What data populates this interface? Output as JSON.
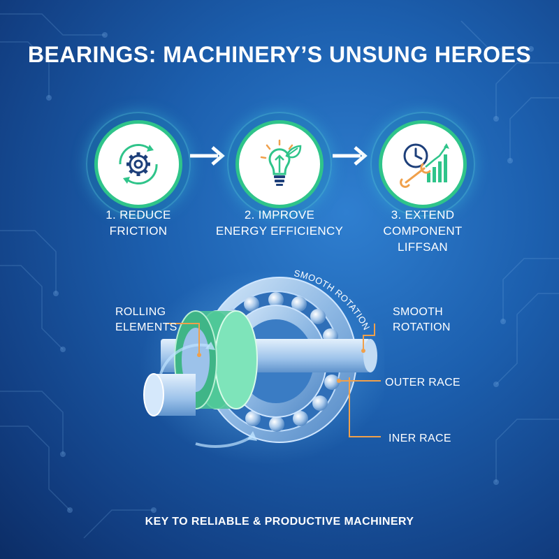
{
  "title": "BEARINGS: MACHINERY’S UNSUNG HEROES",
  "steps": [
    {
      "label": "1. REDUCE\nFRICTION",
      "icon": "gear-cycle-icon"
    },
    {
      "label": "2. IMPROVE\nENERGY EFFICIENCY",
      "icon": "lightbulb-leaf-icon"
    },
    {
      "label": "3. EXTEND\nCOMPONENT\nLIFFSAN",
      "icon": "clock-wrench-chart-icon"
    }
  ],
  "diagram": {
    "arc_label": "SMOOTH ROTATION",
    "callouts": {
      "rolling_elements": "ROLLING\nELEMENTS",
      "smooth_rotation": "SMOOTH\nROTATION",
      "outer_race": "OUTER RACE",
      "inner_race": "INER RACE"
    }
  },
  "footer": "KEY TO RELIABLE & PRODUCTIVE MACHINERY",
  "colors": {
    "accent_green": "#2fc48a",
    "callout_orange": "#f0a04b",
    "background": "#1c5fae"
  }
}
